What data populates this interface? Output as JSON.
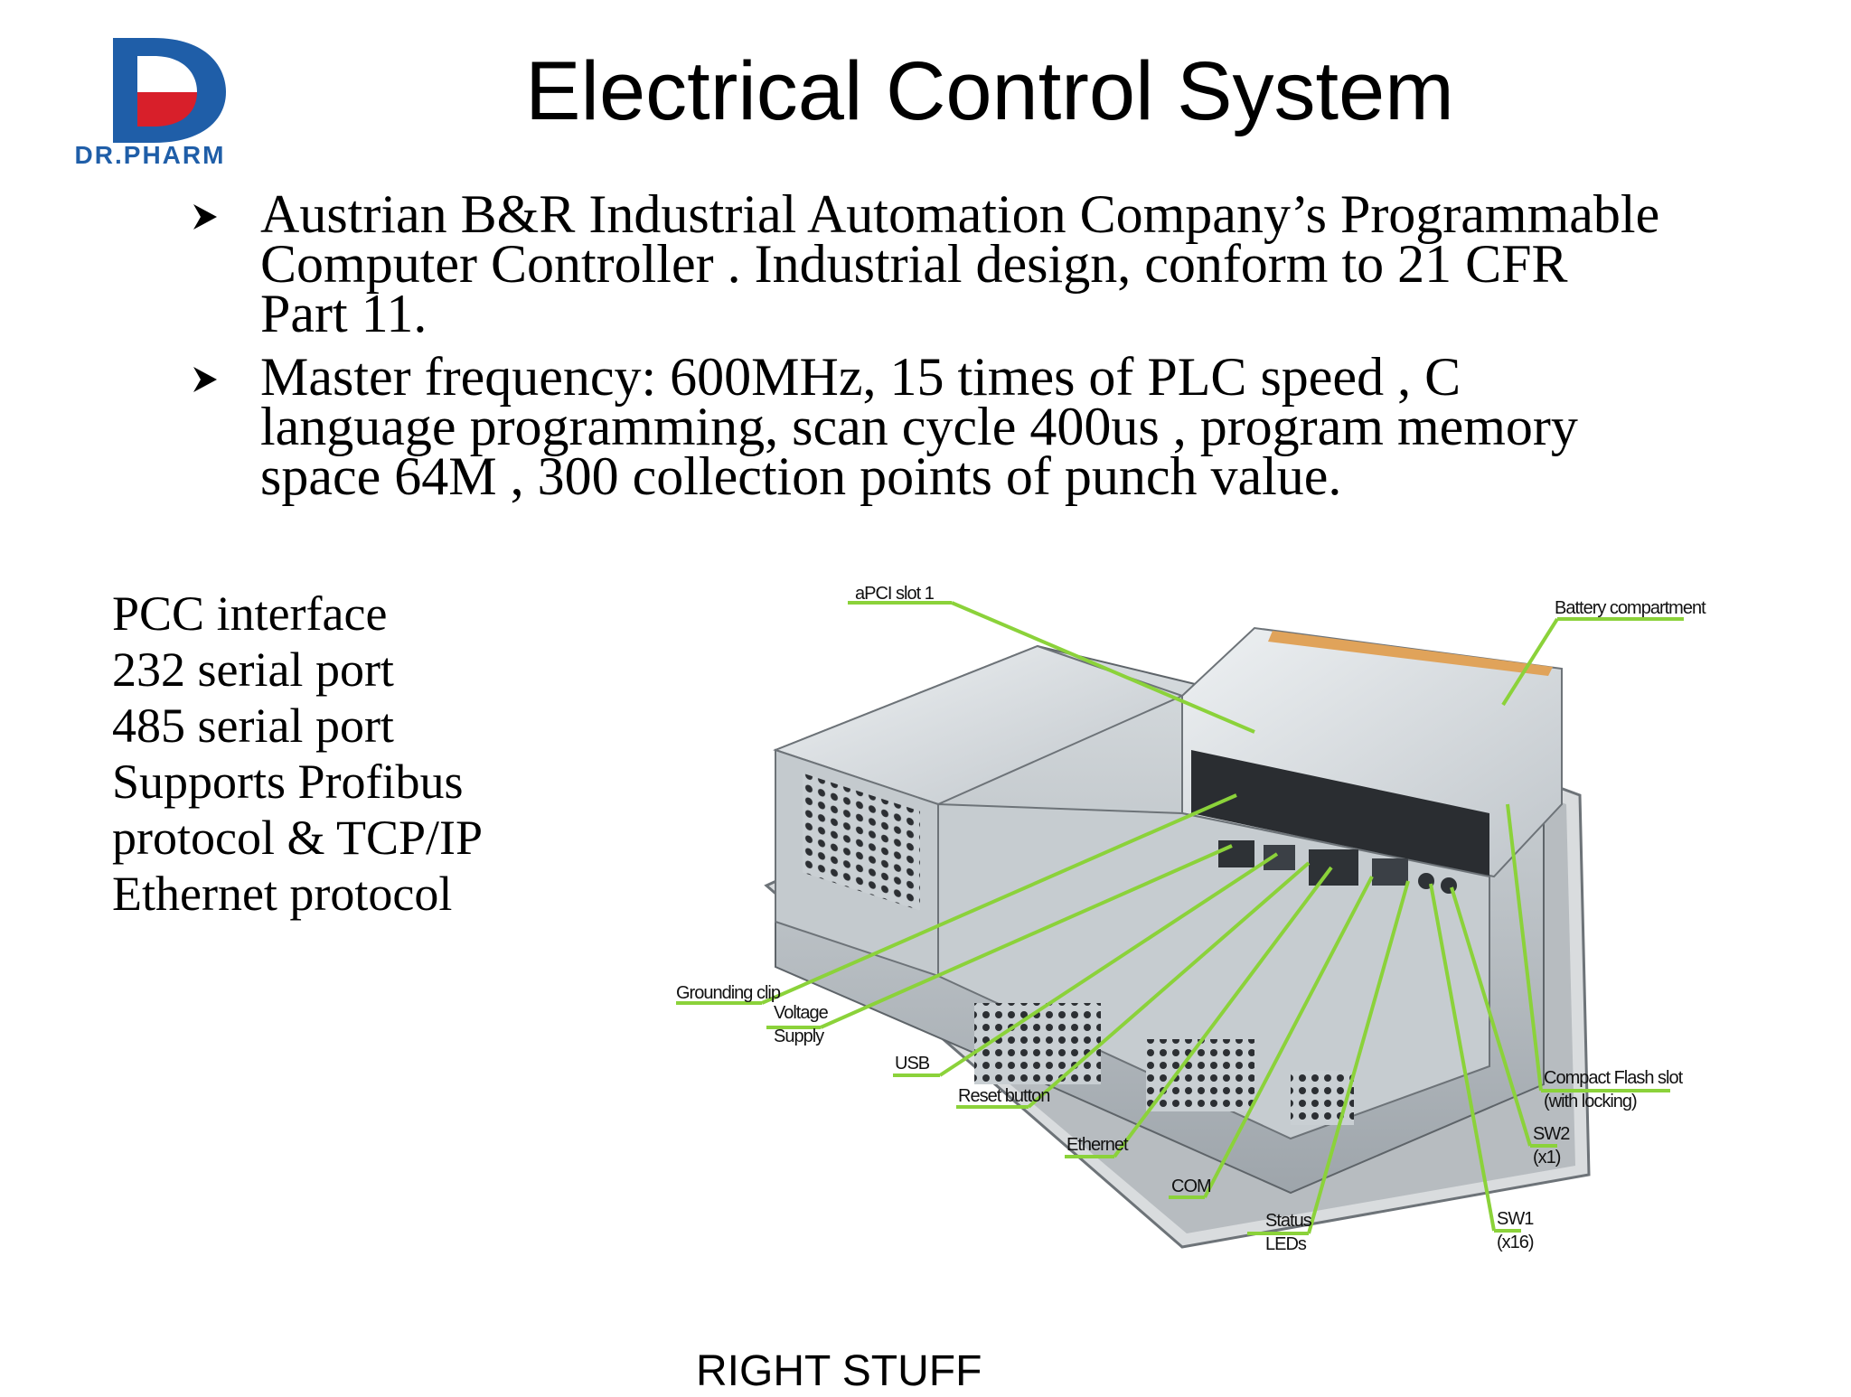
{
  "logo": {
    "text": "DR.PHARM",
    "colors": {
      "blue": "#1f5ea8",
      "red": "#d81f2a"
    }
  },
  "title": "Electrical Control System",
  "bullets": [
    {
      "icon": "arrow-bullet-icon",
      "text": "Austrian B&R Industrial Automation Company’s Programmable\nComputer Controller  . Industrial design, conform to 21 CFR\nPart 11."
    },
    {
      "icon": "arrow-bullet-icon",
      "text": "Master frequency: 600MHz, 15 times of PLC speed ,    C\nlanguage programming, scan cycle 400us ,    program memory\nspace 64M ,    300 collection points of punch value."
    }
  ],
  "interfaces": [
    "PCC interface",
    "232 serial port",
    "485 serial port",
    "Supports Profibus",
    "protocol & TCP/IP",
    "Ethernet protocol"
  ],
  "diagram": {
    "callout_color": "#8bd23a",
    "callouts": {
      "apci_slot": "aPCI slot 1",
      "battery": "Battery compartment",
      "grounding_clip": "Grounding clip",
      "voltage_supply": "Voltage\nSupply",
      "usb": "USB",
      "reset_button": "Reset button",
      "ethernet": "Ethernet",
      "com": "COM",
      "status_leds": "Status\nLEDs",
      "sw1": "SW1\n(x16)",
      "sw2": "SW2\n(x1)",
      "compact_flash": "Compact Flash slot\n(with locking)"
    }
  },
  "footer": "RIGHT STUFF"
}
